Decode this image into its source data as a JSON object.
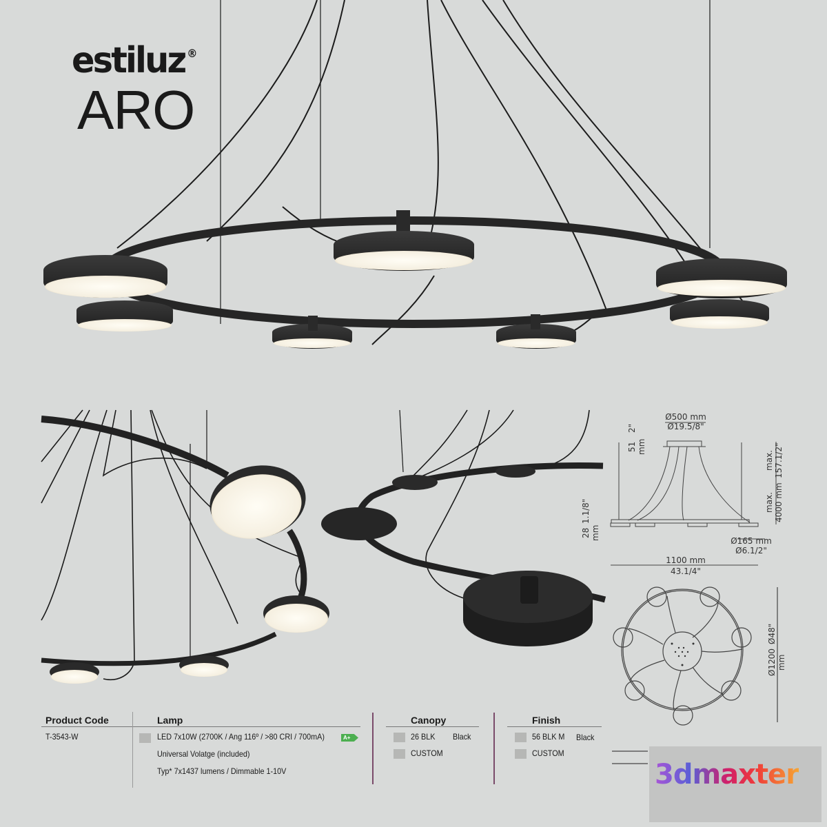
{
  "brand": {
    "logo": "estiluz",
    "registered": "®",
    "product": "ARO"
  },
  "renders": [
    {
      "name": "hero-render",
      "description": "ARO pendient lamp with 7 disc LED heads on ring, perspective view"
    },
    {
      "name": "detail-render-bottom",
      "description": "Close-up from below showing illuminated discs"
    },
    {
      "name": "detail-render-top",
      "description": "Close-up from above showing disc tops on ring"
    }
  ],
  "dimensions": {
    "canopy_diameter_mm": "Ø500 mm",
    "canopy_diameter_in": "Ø19.5/8\"",
    "canopy_height_mm": "51 mm",
    "canopy_height_in": "2\"",
    "max_height_mm": "max. 4000 mm",
    "max_height_in": "max. 157.1/2\"",
    "head_height_mm": "28 mm",
    "head_height_in": "1.1/8\"",
    "head_diameter_mm": "Ø165 mm",
    "head_diameter_in": "Ø6.1/2\"",
    "width_mm": "1100 mm",
    "width_in": "43.1/4\"",
    "ring_diameter_mm": "Ø1200 mm",
    "ring_diameter_in": "Ø48\""
  },
  "spec": {
    "product_code": {
      "header": "Product Code",
      "value": "T-3543-W"
    },
    "lamp": {
      "header": "Lamp",
      "lines": [
        "LED 7x10W (2700K / Ang 116º / >80 CRI / 700mA)",
        "Universal Volatge (included)",
        "Typ* 7x1437 lumens / Dimmable 1-10V"
      ],
      "energy_class": "A+"
    },
    "canopy": {
      "header": "Canopy",
      "options": [
        {
          "code": "26 BLK",
          "color": "Black"
        },
        {
          "code": "CUSTOM",
          "color": ""
        }
      ]
    },
    "finish": {
      "header": "Finish",
      "options": [
        {
          "code": "56 BLK M",
          "color": "Black"
        },
        {
          "code": "CUSTOM",
          "color": ""
        }
      ]
    }
  },
  "watermark": {
    "text": "3dmaxter"
  },
  "colors": {
    "background": "#d8dad9",
    "metal": "#2a2a2a",
    "divider": "#7a4a6a",
    "energy_badge": "#4caf50"
  }
}
